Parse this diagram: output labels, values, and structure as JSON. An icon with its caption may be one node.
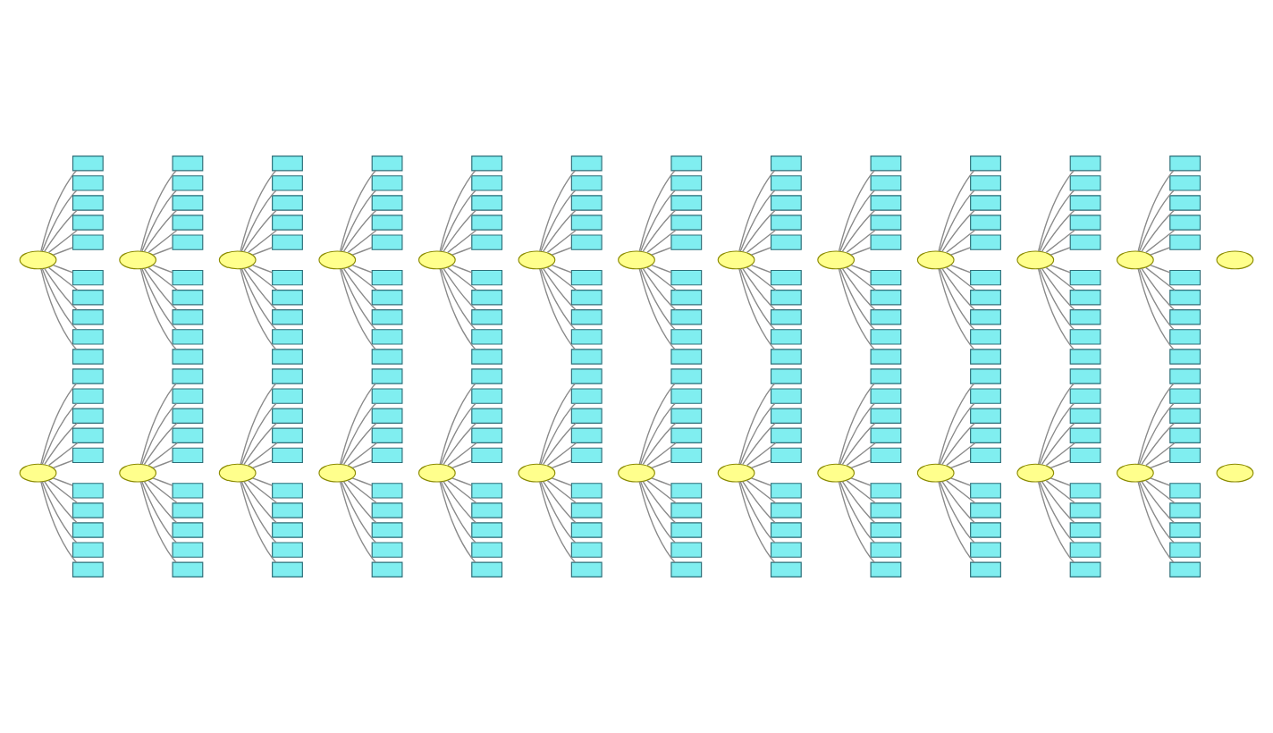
{
  "diagram": {
    "nodes": [
      {
        "text": [],
        "shape": "box"
      },
      {
        "text": [],
        "shape": "box"
      },
      {
        "text": [],
        "shape": "ellipse"
      },
      {
        "text": [],
        "shape": "box"
      },
      {
        "text": [],
        "shape": "box"
      },
      {
        "text": [],
        "shape": "box"
      },
      {
        "text": [],
        "shape": "box"
      },
      {
        "text": [],
        "shape": "box"
      },
      {
        "text": [],
        "shape": "box"
      },
      {
        "text": [],
        "shape": "box"
      },
      {
        "text": [],
        "shape": "box"
      },
      {
        "text": [],
        "shape": "box"
      },
      {
        "text": [],
        "shape": "box"
      },
      {
        "text": [],
        "shape": "box"
      },
      {
        "text": [],
        "shape": "box"
      },
      {
        "text": [],
        "shape": "box"
      },
      {
        "text": [],
        "shape": "ellipse"
      },
      {
        "text": [],
        "shape": "box"
      },
      {
        "text": [],
        "shape": "box"
      },
      {
        "text": [],
        "shape": "box"
      },
      {
        "text": [],
        "shape": "box"
      },
      {
        "text": [],
        "shape": "box"
      },
      {
        "text": [],
        "shape": "box"
      },
      {
        "text": [],
        "shape": "box"
      },
      {
        "text": [],
        "shape": "box"
      },
      {
        "text": [],
        "shape": "box"
      },
      {
        "text": [],
        "shape": "box"
      },
      {
        "text": [],
        "shape": "box"
      },
      {
        "text": [],
        "shape": "box"
      },
      {
        "text": [],
        "shape": "box"
      },
      {
        "text": [],
        "shape": "ellipse"
      },
      {
        "text": [],
        "shape": "box"
      },
      {
        "text": [],
        "shape": "box"
      },
      {
        "text": [],
        "shape": "box"
      },
      {
        "text": [],
        "shape": "box"
      },
      {
        "text": [],
        "shape": "ellipse"
      },
      {
        "text": [],
        "shape": "box"
      },
      {
        "text": [],
        "shape": "box"
      },
      {
        "text": [],
        "shape": "box"
      },
      {
        "text": [],
        "shape": "box"
      },
      {
        "text": [],
        "shape": "box"
      },
      {
        "text": [],
        "shape": "box"
      },
      {
        "text": [],
        "shape": "box"
      },
      {
        "text": [],
        "shape": "box"
      },
      {
        "text": [],
        "shape": "box"
      },
      {
        "text": [],
        "shape": "box"
      },
      {
        "text": [],
        "shape": "box"
      },
      {
        "text": [],
        "shape": "ellipse"
      },
      {
        "text": [],
        "shape": "box"
      },
      {
        "text": [],
        "shape": "box"
      },
      {
        "text": [],
        "shape": "box"
      },
      {
        "text": [],
        "shape": "box"
      },
      {
        "text": [],
        "shape": "box"
      },
      {
        "text": [],
        "shape": "box"
      },
      {
        "text": [],
        "shape": "box"
      },
      {
        "text": [],
        "shape": "ellipse"
      },
      {
        "text": [],
        "shape": "box"
      },
      {
        "text": [],
        "shape": "box"
      },
      {
        "text": [],
        "shape": "box"
      },
      {
        "text": [],
        "shape": "box"
      },
      {
        "text": [],
        "shape": "box"
      },
      {
        "text": [],
        "shape": "box"
      },
      {
        "text": [],
        "shape": "box"
      },
      {
        "text": [],
        "shape": "box"
      },
      {
        "text": [],
        "shape": "box"
      },
      {
        "text": [],
        "shape": "box"
      },
      {
        "text": [],
        "shape": "box"
      },
      {
        "text": [],
        "shape": "box"
      },
      {
        "text": [],
        "shape": "box"
      },
      {
        "text": [],
        "shape": "box"
      },
      {
        "text": [],
        "shape": "ellipse"
      },
      {
        "text": [],
        "shape": "box"
      },
      {
        "text": [],
        "shape": "box"
      },
      {
        "text": [],
        "shape": "box"
      },
      {
        "text": [],
        "shape": "box"
      },
      {
        "text": [],
        "shape": "box"
      },
      {
        "text": [],
        "shape": "box"
      },
      {
        "text": [],
        "shape": "box"
      },
      {
        "text": [],
        "shape": "box"
      },
      {
        "text": [],
        "shape": "box"
      },
      {
        "text": [],
        "shape": "box"
      },
      {
        "text": [],
        "shape": "box"
      },
      {
        "text": [],
        "shape": "ellipse"
      },
      {
        "text": [],
        "shape": "box"
      },
      {
        "text": [],
        "shape": "box"
      },
      {
        "text": [],
        "shape": "box"
      },
      {
        "text": [],
        "shape": "box"
      },
      {
        "text": [],
        "shape": "box"
      },
      {
        "text": [],
        "shape": "box"
      },
      {
        "text": [],
        "shape": "box"
      },
      {
        "text": [],
        "shape": "box"
      },
      {
        "text": [],
        "shape": "box"
      },
      {
        "text": [],
        "shape": "box"
      },
      {
        "text": [],
        "shape": "ellipse"
      },
      {
        "text": [],
        "shape": "box"
      },
      {
        "text": [],
        "shape": "box"
      },
      {
        "text": [],
        "shape": "box"
      },
      {
        "text": [],
        "shape": "box"
      },
      {
        "text": [],
        "shape": "box"
      },
      {
        "text": [],
        "shape": "box"
      },
      {
        "text": [],
        "shape": "box"
      },
      {
        "text": [],
        "shape": "box"
      },
      {
        "text": [],
        "shape": "box"
      },
      {
        "text": [],
        "shape": "box"
      },
      {
        "text": [],
        "shape": "box"
      },
      {
        "text": [],
        "shape": "ellipse"
      },
      {
        "text": [],
        "shape": "box"
      },
      {
        "text": [],
        "shape": "box"
      },
      {
        "text": [],
        "shape": "box"
      },
      {
        "text": [],
        "shape": "box"
      },
      {
        "text": [],
        "shape": "box"
      },
      {
        "text": [],
        "shape": "box"
      },
      {
        "text": [],
        "shape": "box"
      },
      {
        "text": [],
        "shape": "box"
      },
      {
        "text": [],
        "shape": "box"
      },
      {
        "text": [],
        "shape": "box"
      },
      {
        "text": [],
        "shape": "box"
      },
      {
        "text": [],
        "shape": "box"
      },
      {
        "text": [],
        "shape": "ellipse"
      },
      {
        "text": [],
        "shape": "box"
      },
      {
        "text": [],
        "shape": "box"
      },
      {
        "text": [],
        "shape": "box"
      },
      {
        "text": [],
        "shape": "box"
      },
      {
        "text": [],
        "shape": "box"
      },
      {
        "text": [],
        "shape": "box"
      },
      {
        "text": [],
        "shape": "ellipse"
      },
      {
        "text": [],
        "shape": "box"
      },
      {
        "text": [],
        "shape": "box"
      },
      {
        "text": [],
        "shape": "box"
      },
      {
        "text": [],
        "shape": "box"
      },
      {
        "text": [],
        "shape": "box"
      },
      {
        "text": [],
        "shape": "box"
      },
      {
        "text": [],
        "shape": "ellipse"
      },
      {
        "text": [],
        "shape": "ellipse"
      },
      {
        "text": [],
        "shape": "box"
      },
      {
        "text": [],
        "shape": "box"
      },
      {
        "text": [],
        "shape": "box"
      },
      {
        "text": [],
        "shape": "box"
      },
      {
        "text": [],
        "shape": "box"
      },
      {
        "text": [],
        "shape": "box"
      },
      {
        "text": [],
        "shape": "box"
      },
      {
        "text": [],
        "shape": "box"
      },
      {
        "text": [],
        "shape": "box"
      },
      {
        "text": [],
        "shape": "box"
      },
      {
        "text": [],
        "shape": "box"
      },
      {
        "text": [],
        "shape": "box"
      },
      {
        "text": [],
        "shape": "box"
      },
      {
        "text": [],
        "shape": "box"
      },
      {
        "text": [],
        "shape": "box"
      },
      {
        "text": [],
        "shape": "box"
      },
      {
        "text": [],
        "shape": "box"
      },
      {
        "text": [],
        "shape": "box"
      },
      {
        "text": [],
        "shape": "box"
      },
      {
        "text": [],
        "shape": "ellipse"
      },
      {
        "text": [],
        "shape": "box"
      },
      {
        "text": [],
        "shape": "box"
      },
      {
        "text": [],
        "shape": "box"
      },
      {
        "text": [],
        "shape": "box"
      },
      {
        "text": [],
        "shape": "box"
      },
      {
        "text": [],
        "shape": "box"
      },
      {
        "text": [],
        "shape": "ellipse"
      },
      {
        "text": [],
        "shape": "box"
      },
      {
        "text": [],
        "shape": "box"
      },
      {
        "text": [],
        "shape": "box"
      },
      {
        "text": [],
        "shape": "box"
      },
      {
        "text": [],
        "shape": "box"
      },
      {
        "text": [],
        "shape": "box"
      },
      {
        "text": [],
        "shape": "box"
      },
      {
        "text": [],
        "shape": "box"
      },
      {
        "text": [],
        "shape": "box"
      },
      {
        "text": [],
        "shape": "box"
      },
      {
        "text": [],
        "shape": "box"
      },
      {
        "text": [],
        "shape": "box"
      },
      {
        "text": [],
        "shape": "box"
      },
      {
        "text": [],
        "shape": "box"
      },
      {
        "text": [],
        "shape": "ellipse"
      },
      {
        "text": [],
        "shape": "box"
      },
      {
        "text": [],
        "shape": "box"
      },
      {
        "text": [],
        "shape": "box"
      },
      {
        "text": [],
        "shape": "box"
      },
      {
        "text": [],
        "shape": "box"
      },
      {
        "text": [],
        "shape": "box"
      },
      {
        "text": [],
        "shape": "box"
      },
      {
        "text": [],
        "shape": "box"
      },
      {
        "text": [],
        "shape": "ellipse"
      },
      {
        "text": [],
        "shape": "box"
      },
      {
        "text": [],
        "shape": "box"
      },
      {
        "text": [],
        "shape": "box"
      },
      {
        "text": [],
        "shape": "box"
      },
      {
        "text": [],
        "shape": "box"
      },
      {
        "text": [],
        "shape": "box"
      },
      {
        "text": [],
        "shape": "box"
      },
      {
        "text": [],
        "shape": "box"
      },
      {
        "text": [],
        "shape": "box"
      },
      {
        "text": [],
        "shape": "box"
      },
      {
        "text": [],
        "shape": "box"
      },
      {
        "text": [],
        "shape": "box"
      },
      {
        "text": [],
        "shape": "ellipse"
      },
      {
        "text": [],
        "shape": "box"
      },
      {
        "text": [],
        "shape": "box"
      },
      {
        "text": [],
        "shape": "box"
      },
      {
        "text": [],
        "shape": "box"
      },
      {
        "text": [],
        "shape": "box"
      },
      {
        "text": [],
        "shape": "ellipse"
      },
      {
        "text": [],
        "shape": "box"
      },
      {
        "text": [],
        "shape": "box"
      },
      {
        "text": [],
        "shape": "box"
      },
      {
        "text": [],
        "shape": "box"
      },
      {
        "text": [],
        "shape": "box"
      },
      {
        "text": [],
        "shape": "box"
      },
      {
        "text": [],
        "shape": "box"
      },
      {
        "text": [],
        "shape": "box"
      },
      {
        "text": [],
        "shape": "box"
      },
      {
        "text": [],
        "shape": "box"
      },
      {
        "text": [],
        "shape": "box"
      },
      {
        "text": [],
        "shape": "box"
      },
      {
        "text": [],
        "shape": "box"
      },
      {
        "text": [],
        "shape": "box"
      },
      {
        "text": [],
        "shape": "box"
      },
      {
        "text": [],
        "shape": "ellipse"
      },
      {
        "text": [],
        "shape": "box"
      },
      {
        "text": [],
        "shape": "box"
      },
      {
        "text": [],
        "shape": "box"
      },
      {
        "text": [],
        "shape": "ellipse"
      },
      {
        "text": [],
        "shape": "box"
      },
      {
        "text": [],
        "shape": "box"
      },
      {
        "text": [],
        "shape": "box"
      },
      {
        "text": [],
        "shape": "box"
      },
      {
        "text": [],
        "shape": "box"
      },
      {
        "text": [],
        "shape": "box"
      },
      {
        "text": [],
        "shape": "box"
      },
      {
        "text": [],
        "shape": "box"
      },
      {
        "text": [],
        "shape": "ellipse"
      },
      {
        "text": [],
        "shape": "box"
      },
      {
        "text": [],
        "shape": "box"
      },
      {
        "text": [],
        "shape": "box"
      },
      {
        "text": [],
        "shape": "box"
      },
      {
        "text": [],
        "shape": "box"
      },
      {
        "text": [],
        "shape": "box"
      },
      {
        "text": [],
        "shape": "box"
      },
      {
        "text": [],
        "shape": "box"
      },
      {
        "text": [],
        "shape": "box"
      },
      {
        "text": [],
        "shape": "box"
      },
      {
        "text": [],
        "shape": "box"
      },
      {
        "text": [],
        "shape": "box"
      },
      {
        "text": [],
        "shape": "box"
      },
      {
        "text": [],
        "shape": "ellipse"
      },
      {
        "text": [],
        "shape": "box"
      },
      {
        "text": [],
        "shape": "box"
      },
      {
        "text": [],
        "shape": "box"
      },
      {
        "text": [],
        "shape": "box"
      },
      {
        "text": [],
        "shape": "box"
      },
      {
        "text": [],
        "shape": "box"
      },
      {
        "text": [],
        "shape": "box"
      },
      {
        "text": [],
        "shape": "box"
      },
      {
        "text": [],
        "shape": "box"
      },
      {
        "text": [],
        "shape": "box"
      },
      {
        "text": [],
        "shape": "ellipse"
      },
      {
        "text": [],
        "shape": "box"
      },
      {
        "text": [],
        "shape": "box"
      },
      {
        "text": [],
        "shape": "box"
      },
      {
        "text": [],
        "shape": "box"
      },
      {
        "text": [],
        "shape": "box"
      },
      {
        "text": [],
        "shape": "box"
      },
      {
        "text": [],
        "shape": "box"
      },
      {
        "text": [],
        "shape": "ellipse"
      }
    ],
    "edges": [
      {
        "from": 2,
        "to": 0,
        "arrow": "none"
      },
      {
        "from": 2,
        "to": 1,
        "arrow": "none"
      },
      {
        "from": 2,
        "to": 3,
        "arrow": "none"
      },
      {
        "from": 2,
        "to": 4,
        "arrow": "none"
      },
      {
        "from": 2,
        "to": 5,
        "arrow": "none"
      },
      {
        "from": 2,
        "to": 6,
        "arrow": "none"
      },
      {
        "from": 2,
        "to": 7,
        "arrow": "none"
      },
      {
        "from": 2,
        "to": 8,
        "arrow": "none"
      },
      {
        "from": 2,
        "to": 9,
        "arrow": "none"
      },
      {
        "from": 2,
        "to": 10,
        "arrow": "none"
      },
      {
        "from": 16,
        "to": 11,
        "arrow": "none"
      },
      {
        "from": 16,
        "to": 12,
        "arrow": "none"
      },
      {
        "from": 16,
        "to": 13,
        "arrow": "none"
      },
      {
        "from": 16,
        "to": 14,
        "arrow": "none"
      },
      {
        "from": 16,
        "to": 15,
        "arrow": "none"
      },
      {
        "from": 16,
        "to": 17,
        "arrow": "none"
      },
      {
        "from": 16,
        "to": 18,
        "arrow": "none"
      },
      {
        "from": 16,
        "to": 19,
        "arrow": "none"
      },
      {
        "from": 16,
        "to": 20,
        "arrow": "none"
      },
      {
        "from": 16,
        "to": 21,
        "arrow": "none"
      },
      {
        "from": 30,
        "to": 22,
        "arrow": "none"
      },
      {
        "from": 30,
        "to": 23,
        "arrow": "none"
      },
      {
        "from": 30,
        "to": 24,
        "arrow": "none"
      },
      {
        "from": 30,
        "to": 25,
        "arrow": "none"
      },
      {
        "from": 30,
        "to": 26,
        "arrow": "none"
      },
      {
        "from": 30,
        "to": 27,
        "arrow": "none"
      },
      {
        "from": 30,
        "to": 28,
        "arrow": "none"
      },
      {
        "from": 30,
        "to": 29,
        "arrow": "none"
      },
      {
        "from": 30,
        "to": 31,
        "arrow": "none"
      },
      {
        "from": 30,
        "to": 32,
        "arrow": "none"
      },
      {
        "from": 35,
        "to": 33,
        "arrow": "none"
      },
      {
        "from": 35,
        "to": 34,
        "arrow": "none"
      },
      {
        "from": 35,
        "to": 36,
        "arrow": "none"
      },
      {
        "from": 35,
        "to": 37,
        "arrow": "none"
      },
      {
        "from": 35,
        "to": 38,
        "arrow": "none"
      },
      {
        "from": 35,
        "to": 39,
        "arrow": "none"
      },
      {
        "from": 35,
        "to": 40,
        "arrow": "none"
      },
      {
        "from": 35,
        "to": 41,
        "arrow": "none"
      },
      {
        "from": 35,
        "to": 42,
        "arrow": "none"
      },
      {
        "from": 35,
        "to": 43,
        "arrow": "none"
      },
      {
        "from": 47,
        "to": 44,
        "arrow": "none"
      },
      {
        "from": 47,
        "to": 45,
        "arrow": "none"
      },
      {
        "from": 47,
        "to": 46,
        "arrow": "none"
      },
      {
        "from": 47,
        "to": 48,
        "arrow": "none"
      },
      {
        "from": 47,
        "to": 49,
        "arrow": "none"
      },
      {
        "from": 47,
        "to": 50,
        "arrow": "none"
      },
      {
        "from": 47,
        "to": 51,
        "arrow": "none"
      },
      {
        "from": 47,
        "to": 52,
        "arrow": "none"
      },
      {
        "from": 47,
        "to": 53,
        "arrow": "none"
      },
      {
        "from": 47,
        "to": 54,
        "arrow": "none"
      },
      {
        "from": 55,
        "to": 56,
        "arrow": "none"
      },
      {
        "from": 55,
        "to": 57,
        "arrow": "none"
      },
      {
        "from": 55,
        "to": 58,
        "arrow": "none"
      },
      {
        "from": 55,
        "to": 59,
        "arrow": "none"
      },
      {
        "from": 55,
        "to": 60,
        "arrow": "none"
      },
      {
        "from": 55,
        "to": 61,
        "arrow": "none"
      },
      {
        "from": 55,
        "to": 62,
        "arrow": "none"
      },
      {
        "from": 55,
        "to": 63,
        "arrow": "none"
      },
      {
        "from": 55,
        "to": 64,
        "arrow": "none"
      },
      {
        "from": 55,
        "to": 65,
        "arrow": "none"
      },
      {
        "from": 70,
        "to": 66,
        "arrow": "none"
      },
      {
        "from": 70,
        "to": 67,
        "arrow": "none"
      },
      {
        "from": 70,
        "to": 68,
        "arrow": "none"
      },
      {
        "from": 70,
        "to": 69,
        "arrow": "none"
      },
      {
        "from": 70,
        "to": 71,
        "arrow": "none"
      },
      {
        "from": 70,
        "to": 72,
        "arrow": "none"
      },
      {
        "from": 70,
        "to": 73,
        "arrow": "none"
      },
      {
        "from": 70,
        "to": 74,
        "arrow": "none"
      },
      {
        "from": 70,
        "to": 75,
        "arrow": "none"
      },
      {
        "from": 70,
        "to": 76,
        "arrow": "none"
      },
      {
        "from": 82,
        "to": 77,
        "arrow": "none"
      },
      {
        "from": 82,
        "to": 78,
        "arrow": "none"
      },
      {
        "from": 82,
        "to": 79,
        "arrow": "none"
      },
      {
        "from": 82,
        "to": 80,
        "arrow": "none"
      },
      {
        "from": 82,
        "to": 81,
        "arrow": "none"
      },
      {
        "from": 82,
        "to": 83,
        "arrow": "none"
      },
      {
        "from": 82,
        "to": 84,
        "arrow": "none"
      },
      {
        "from": 82,
        "to": 85,
        "arrow": "none"
      },
      {
        "from": 82,
        "to": 86,
        "arrow": "none"
      },
      {
        "from": 82,
        "to": 87,
        "arrow": "none"
      },
      {
        "from": 93,
        "to": 88,
        "arrow": "none"
      },
      {
        "from": 93,
        "to": 89,
        "arrow": "none"
      },
      {
        "from": 93,
        "to": 90,
        "arrow": "none"
      },
      {
        "from": 93,
        "to": 91,
        "arrow": "none"
      },
      {
        "from": 93,
        "to": 92,
        "arrow": "none"
      },
      {
        "from": 93,
        "to": 94,
        "arrow": "none"
      },
      {
        "from": 93,
        "to": 95,
        "arrow": "none"
      },
      {
        "from": 93,
        "to": 96,
        "arrow": "none"
      },
      {
        "from": 93,
        "to": 97,
        "arrow": "none"
      },
      {
        "from": 93,
        "to": 98,
        "arrow": "none"
      },
      {
        "from": 105,
        "to": 99,
        "arrow": "none"
      },
      {
        "from": 105,
        "to": 100,
        "arrow": "none"
      },
      {
        "from": 105,
        "to": 101,
        "arrow": "none"
      },
      {
        "from": 105,
        "to": 102,
        "arrow": "none"
      },
      {
        "from": 105,
        "to": 103,
        "arrow": "none"
      },
      {
        "from": 105,
        "to": 104,
        "arrow": "none"
      },
      {
        "from": 105,
        "to": 106,
        "arrow": "none"
      },
      {
        "from": 105,
        "to": 107,
        "arrow": "none"
      },
      {
        "from": 105,
        "to": 108,
        "arrow": "none"
      },
      {
        "from": 105,
        "to": 109,
        "arrow": "none"
      },
      {
        "from": 118,
        "to": 110,
        "arrow": "none"
      },
      {
        "from": 118,
        "to": 111,
        "arrow": "none"
      },
      {
        "from": 118,
        "to": 112,
        "arrow": "none"
      },
      {
        "from": 118,
        "to": 113,
        "arrow": "none"
      },
      {
        "from": 118,
        "to": 114,
        "arrow": "none"
      },
      {
        "from": 118,
        "to": 115,
        "arrow": "none"
      },
      {
        "from": 118,
        "to": 116,
        "arrow": "none"
      },
      {
        "from": 118,
        "to": 117,
        "arrow": "none"
      },
      {
        "from": 118,
        "to": 119,
        "arrow": "none"
      },
      {
        "from": 118,
        "to": 120,
        "arrow": "none"
      },
      {
        "from": 125,
        "to": 121,
        "arrow": "none"
      },
      {
        "from": 125,
        "to": 122,
        "arrow": "none"
      },
      {
        "from": 125,
        "to": 123,
        "arrow": "none"
      },
      {
        "from": 125,
        "to": 124,
        "arrow": "none"
      },
      {
        "from": 125,
        "to": 126,
        "arrow": "none"
      },
      {
        "from": 125,
        "to": 127,
        "arrow": "none"
      },
      {
        "from": 125,
        "to": 128,
        "arrow": "none"
      },
      {
        "from": 125,
        "to": 129,
        "arrow": "none"
      },
      {
        "from": 125,
        "to": 130,
        "arrow": "none"
      },
      {
        "from": 125,
        "to": 131,
        "arrow": "none"
      },
      {
        "from": 133,
        "to": 134,
        "arrow": "none"
      },
      {
        "from": 133,
        "to": 135,
        "arrow": "none"
      },
      {
        "from": 133,
        "to": 136,
        "arrow": "none"
      },
      {
        "from": 133,
        "to": 137,
        "arrow": "none"
      },
      {
        "from": 133,
        "to": 138,
        "arrow": "none"
      },
      {
        "from": 133,
        "to": 139,
        "arrow": "none"
      },
      {
        "from": 133,
        "to": 140,
        "arrow": "none"
      },
      {
        "from": 133,
        "to": 141,
        "arrow": "none"
      },
      {
        "from": 133,
        "to": 142,
        "arrow": "none"
      },
      {
        "from": 133,
        "to": 143,
        "arrow": "none"
      },
      {
        "from": 153,
        "to": 144,
        "arrow": "none"
      },
      {
        "from": 153,
        "to": 145,
        "arrow": "none"
      },
      {
        "from": 153,
        "to": 146,
        "arrow": "none"
      },
      {
        "from": 153,
        "to": 147,
        "arrow": "none"
      },
      {
        "from": 153,
        "to": 148,
        "arrow": "none"
      },
      {
        "from": 153,
        "to": 149,
        "arrow": "none"
      },
      {
        "from": 153,
        "to": 150,
        "arrow": "none"
      },
      {
        "from": 153,
        "to": 151,
        "arrow": "none"
      },
      {
        "from": 153,
        "to": 152,
        "arrow": "none"
      },
      {
        "from": 153,
        "to": 154,
        "arrow": "none"
      },
      {
        "from": 160,
        "to": 155,
        "arrow": "none"
      },
      {
        "from": 160,
        "to": 156,
        "arrow": "none"
      },
      {
        "from": 160,
        "to": 157,
        "arrow": "none"
      },
      {
        "from": 160,
        "to": 158,
        "arrow": "none"
      },
      {
        "from": 160,
        "to": 159,
        "arrow": "none"
      },
      {
        "from": 160,
        "to": 161,
        "arrow": "none"
      },
      {
        "from": 160,
        "to": 162,
        "arrow": "none"
      },
      {
        "from": 160,
        "to": 163,
        "arrow": "none"
      },
      {
        "from": 160,
        "to": 164,
        "arrow": "none"
      },
      {
        "from": 160,
        "to": 165,
        "arrow": "none"
      },
      {
        "from": 175,
        "to": 166,
        "arrow": "none"
      },
      {
        "from": 175,
        "to": 167,
        "arrow": "none"
      },
      {
        "from": 175,
        "to": 168,
        "arrow": "none"
      },
      {
        "from": 175,
        "to": 169,
        "arrow": "none"
      },
      {
        "from": 175,
        "to": 170,
        "arrow": "none"
      },
      {
        "from": 175,
        "to": 171,
        "arrow": "none"
      },
      {
        "from": 175,
        "to": 172,
        "arrow": "none"
      },
      {
        "from": 175,
        "to": 173,
        "arrow": "none"
      },
      {
        "from": 175,
        "to": 174,
        "arrow": "none"
      },
      {
        "from": 175,
        "to": 176,
        "arrow": "none"
      },
      {
        "from": 184,
        "to": 177,
        "arrow": "none"
      },
      {
        "from": 184,
        "to": 178,
        "arrow": "none"
      },
      {
        "from": 184,
        "to": 179,
        "arrow": "none"
      },
      {
        "from": 184,
        "to": 180,
        "arrow": "none"
      },
      {
        "from": 184,
        "to": 181,
        "arrow": "none"
      },
      {
        "from": 184,
        "to": 182,
        "arrow": "none"
      },
      {
        "from": 184,
        "to": 183,
        "arrow": "none"
      },
      {
        "from": 184,
        "to": 185,
        "arrow": "none"
      },
      {
        "from": 184,
        "to": 186,
        "arrow": "none"
      },
      {
        "from": 184,
        "to": 187,
        "arrow": "none"
      },
      {
        "from": 197,
        "to": 188,
        "arrow": "none"
      },
      {
        "from": 197,
        "to": 189,
        "arrow": "none"
      },
      {
        "from": 197,
        "to": 190,
        "arrow": "none"
      },
      {
        "from": 197,
        "to": 191,
        "arrow": "none"
      },
      {
        "from": 197,
        "to": 192,
        "arrow": "none"
      },
      {
        "from": 197,
        "to": 193,
        "arrow": "none"
      },
      {
        "from": 197,
        "to": 194,
        "arrow": "none"
      },
      {
        "from": 197,
        "to": 195,
        "arrow": "none"
      },
      {
        "from": 197,
        "to": 196,
        "arrow": "none"
      },
      {
        "from": 197,
        "to": 198,
        "arrow": "none"
      },
      {
        "from": 203,
        "to": 199,
        "arrow": "none"
      },
      {
        "from": 203,
        "to": 200,
        "arrow": "none"
      },
      {
        "from": 203,
        "to": 201,
        "arrow": "none"
      },
      {
        "from": 203,
        "to": 202,
        "arrow": "none"
      },
      {
        "from": 203,
        "to": 204,
        "arrow": "none"
      },
      {
        "from": 203,
        "to": 205,
        "arrow": "none"
      },
      {
        "from": 203,
        "to": 206,
        "arrow": "none"
      },
      {
        "from": 203,
        "to": 207,
        "arrow": "none"
      },
      {
        "from": 203,
        "to": 208,
        "arrow": "none"
      },
      {
        "from": 203,
        "to": 209,
        "arrow": "none"
      },
      {
        "from": 219,
        "to": 210,
        "arrow": "none"
      },
      {
        "from": 219,
        "to": 211,
        "arrow": "none"
      },
      {
        "from": 219,
        "to": 212,
        "arrow": "none"
      },
      {
        "from": 219,
        "to": 213,
        "arrow": "none"
      },
      {
        "from": 219,
        "to": 214,
        "arrow": "none"
      },
      {
        "from": 219,
        "to": 215,
        "arrow": "none"
      },
      {
        "from": 219,
        "to": 216,
        "arrow": "none"
      },
      {
        "from": 219,
        "to": 217,
        "arrow": "none"
      },
      {
        "from": 219,
        "to": 218,
        "arrow": "none"
      },
      {
        "from": 219,
        "to": 220,
        "arrow": "none"
      },
      {
        "from": 223,
        "to": 221,
        "arrow": "none"
      },
      {
        "from": 223,
        "to": 222,
        "arrow": "none"
      },
      {
        "from": 223,
        "to": 224,
        "arrow": "none"
      },
      {
        "from": 223,
        "to": 225,
        "arrow": "none"
      },
      {
        "from": 223,
        "to": 226,
        "arrow": "none"
      },
      {
        "from": 223,
        "to": 227,
        "arrow": "none"
      },
      {
        "from": 223,
        "to": 228,
        "arrow": "none"
      },
      {
        "from": 223,
        "to": 229,
        "arrow": "none"
      },
      {
        "from": 223,
        "to": 230,
        "arrow": "none"
      },
      {
        "from": 223,
        "to": 231,
        "arrow": "none"
      },
      {
        "from": 232,
        "to": 233,
        "arrow": "none"
      },
      {
        "from": 232,
        "to": 234,
        "arrow": "none"
      },
      {
        "from": 232,
        "to": 235,
        "arrow": "none"
      },
      {
        "from": 232,
        "to": 236,
        "arrow": "none"
      },
      {
        "from": 232,
        "to": 237,
        "arrow": "none"
      },
      {
        "from": 232,
        "to": 238,
        "arrow": "none"
      },
      {
        "from": 232,
        "to": 239,
        "arrow": "none"
      },
      {
        "from": 232,
        "to": 240,
        "arrow": "none"
      },
      {
        "from": 232,
        "to": 241,
        "arrow": "none"
      },
      {
        "from": 232,
        "to": 242,
        "arrow": "none"
      },
      {
        "from": 246,
        "to": 243,
        "arrow": "none"
      },
      {
        "from": 246,
        "to": 244,
        "arrow": "none"
      },
      {
        "from": 246,
        "to": 245,
        "arrow": "none"
      },
      {
        "from": 246,
        "to": 247,
        "arrow": "none"
      },
      {
        "from": 246,
        "to": 248,
        "arrow": "none"
      },
      {
        "from": 246,
        "to": 249,
        "arrow": "none"
      },
      {
        "from": 246,
        "to": 250,
        "arrow": "none"
      },
      {
        "from": 246,
        "to": 251,
        "arrow": "none"
      },
      {
        "from": 246,
        "to": 252,
        "arrow": "none"
      },
      {
        "from": 246,
        "to": 253,
        "arrow": "none"
      },
      {
        "from": 257,
        "to": 254,
        "arrow": "none"
      },
      {
        "from": 257,
        "to": 255,
        "arrow": "none"
      },
      {
        "from": 257,
        "to": 256,
        "arrow": "none"
      },
      {
        "from": 257,
        "to": 258,
        "arrow": "none"
      },
      {
        "from": 257,
        "to": 259,
        "arrow": "none"
      },
      {
        "from": 257,
        "to": 260,
        "arrow": "none"
      },
      {
        "from": 257,
        "to": 261,
        "arrow": "none"
      },
      {
        "from": 257,
        "to": 262,
        "arrow": "none"
      },
      {
        "from": 257,
        "to": 263,
        "arrow": "none"
      },
      {
        "from": 257,
        "to": 264,
        "arrow": "none"
      }
    ]
  }
}
